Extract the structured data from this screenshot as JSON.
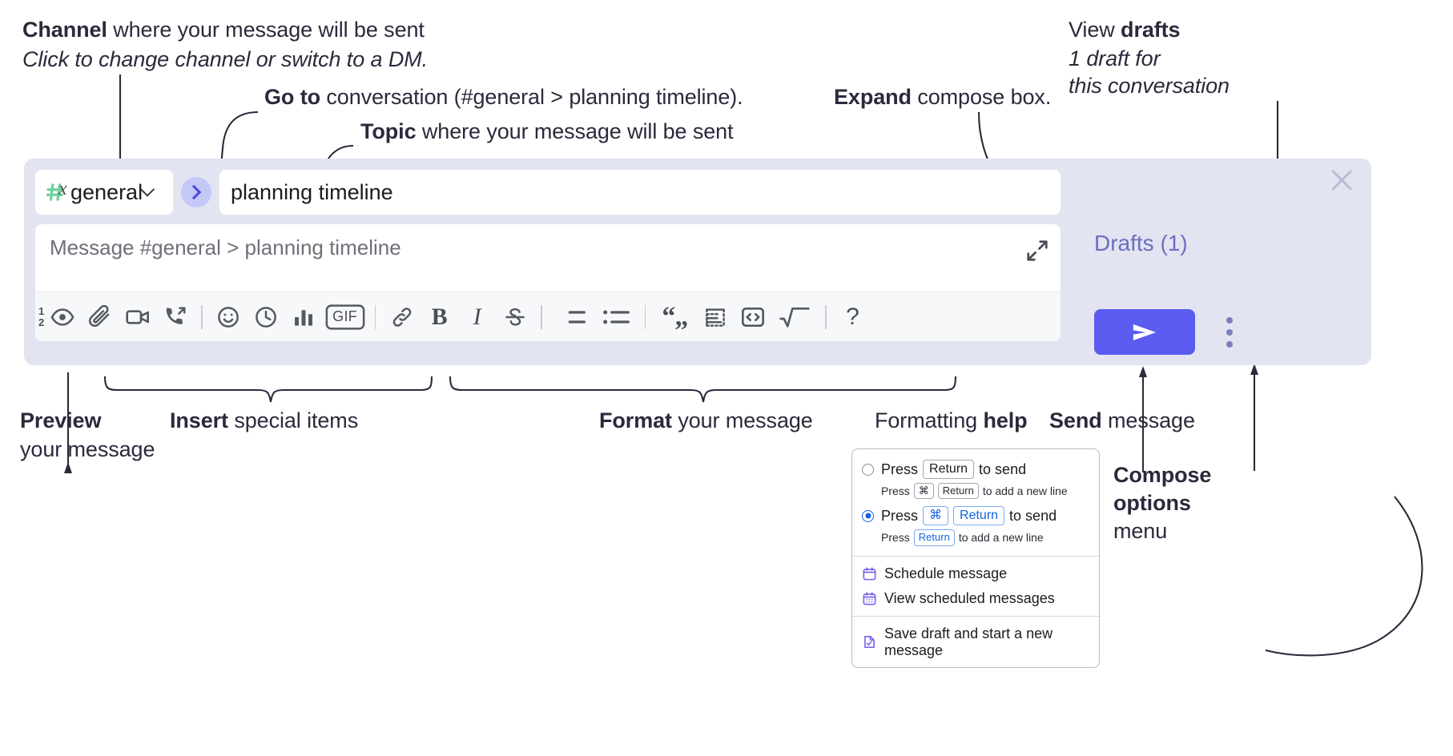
{
  "annotations": {
    "channel": {
      "title_bold": "Channel",
      "title_rest": " where your message will be sent",
      "sub": "Click to change channel or switch to a DM."
    },
    "goto": {
      "bold": "Go to",
      "rest": " conversation (#general > planning timeline)."
    },
    "topic": {
      "bold": "Topic",
      "rest": " where your message will be sent"
    },
    "expand": {
      "bold": "Expand",
      "rest": " compose box."
    },
    "drafts": {
      "bold_lead": "View ",
      "bold": "drafts",
      "line2": "1 draft for",
      "line3": "this conversation"
    },
    "preview": {
      "bold": "Preview",
      "line2": "your message"
    },
    "insert": {
      "bold": "Insert",
      "rest": " special items"
    },
    "format": {
      "bold": "Format",
      "rest": " your message"
    },
    "help": {
      "lead": "Formatting ",
      "bold": "help"
    },
    "send": {
      "bold": "Send",
      "rest": " message"
    },
    "compose_options": {
      "bold1": "Compose",
      "bold2": "options",
      "rest": "menu"
    }
  },
  "compose": {
    "channel_name": "general",
    "topic_value": "planning timeline",
    "message_placeholder": "Message #general > planning timeline",
    "drafts_label": "Drafts (1)",
    "toolbar": [
      {
        "name": "preview-icon",
        "kind": "eye"
      },
      {
        "name": "attachment-icon",
        "kind": "paperclip"
      },
      {
        "name": "video-icon",
        "kind": "video"
      },
      {
        "name": "huddle-icon",
        "kind": "phone-forward"
      },
      {
        "name": "separator",
        "kind": "sep"
      },
      {
        "name": "emoji-icon",
        "kind": "smiley"
      },
      {
        "name": "reminder-icon",
        "kind": "clock"
      },
      {
        "name": "poll-icon",
        "kind": "bars"
      },
      {
        "name": "gif-icon",
        "kind": "gif"
      },
      {
        "name": "separator",
        "kind": "sep"
      },
      {
        "name": "link-icon",
        "kind": "link"
      },
      {
        "name": "bold-icon",
        "kind": "bold"
      },
      {
        "name": "italic-icon",
        "kind": "italic"
      },
      {
        "name": "strikethrough-icon",
        "kind": "strike"
      },
      {
        "name": "separator",
        "kind": "sep"
      },
      {
        "name": "ordered-list-icon",
        "kind": "ollist"
      },
      {
        "name": "bulleted-list-icon",
        "kind": "ullist"
      },
      {
        "name": "separator",
        "kind": "sep"
      },
      {
        "name": "blockquote-icon",
        "kind": "quote"
      },
      {
        "name": "code-block-icon",
        "kind": "codeblock"
      },
      {
        "name": "inline-code-icon",
        "kind": "code"
      },
      {
        "name": "math-icon",
        "kind": "math"
      },
      {
        "name": "separator",
        "kind": "sep"
      },
      {
        "name": "formatting-help-icon",
        "kind": "help"
      }
    ]
  },
  "options_menu": {
    "option1": {
      "selected": false,
      "press": "Press",
      "key": "Return",
      "tail": "to send",
      "sub_press": "Press",
      "sub_key1": "⌘",
      "sub_key2": "Return",
      "sub_tail": "to add a new line"
    },
    "option2": {
      "selected": true,
      "press": "Press",
      "key1": "⌘",
      "key2": "Return",
      "tail": "to send",
      "sub_press": "Press",
      "sub_key": "Return",
      "sub_tail": "to add a new line"
    },
    "items": [
      {
        "label": "Schedule message",
        "icon": "calendar-icon"
      },
      {
        "label": "View scheduled messages",
        "icon": "calendar-grid-icon"
      },
      {
        "label": "Save draft and start a new message",
        "icon": "document-check-icon"
      }
    ]
  },
  "colors": {
    "panel_bg": "#e2e4f1",
    "send_button": "#5b5bef",
    "hash_green": "#6fd19a",
    "drafts_text": "#6b6fc0",
    "goto_bubble": "#c3c8f7",
    "radio_blue": "#1264e0",
    "menu_icon_purple": "#7a5cf0"
  }
}
